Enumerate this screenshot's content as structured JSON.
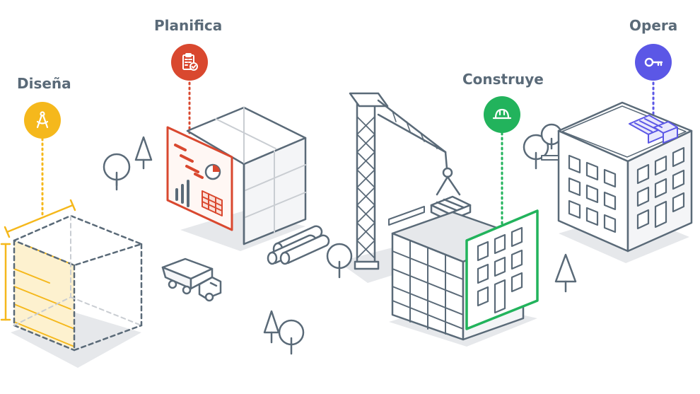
{
  "colors": {
    "design": "#f5b81c",
    "plan": "#d9482f",
    "build": "#22b35c",
    "operate": "#5b57e6",
    "line": "#5a6a78",
    "shadow": "#e6e8eb",
    "label": "#5a6a78"
  },
  "stages": [
    {
      "key": "design",
      "label": "Diseña",
      "icon": "compass-icon"
    },
    {
      "key": "plan",
      "label": "Planifica",
      "icon": "clipboard-check-icon"
    },
    {
      "key": "build",
      "label": "Construye",
      "icon": "hard-hat-icon"
    },
    {
      "key": "operate",
      "label": "Opera",
      "icon": "key-icon"
    }
  ]
}
